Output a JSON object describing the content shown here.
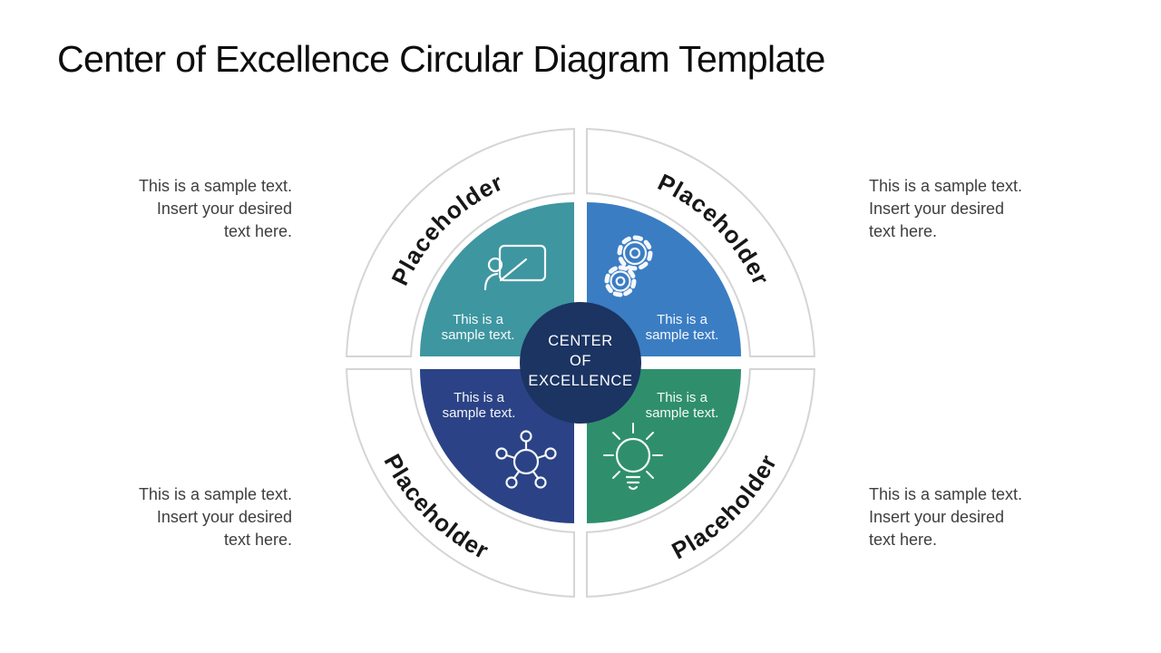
{
  "slide": {
    "title": "Center of Excellence Circular Diagram Template"
  },
  "diagram": {
    "center": {
      "lines": [
        "CENTER",
        "OF",
        "EXCELLENCE"
      ],
      "color": "#1b3462"
    },
    "ring_border_color": "#d5d5d5",
    "quadrants": [
      {
        "position": "top-left",
        "ring_label": "Placeholder",
        "color": "#3e96a0",
        "icon": "presentation-icon",
        "text": [
          "This is a",
          "sample text."
        ]
      },
      {
        "position": "top-right",
        "ring_label": "Placeholder",
        "color": "#3b7dc3",
        "icon": "gears-icon",
        "text": [
          "This is a",
          "sample text."
        ]
      },
      {
        "position": "bottom-left",
        "ring_label": "Placeholder",
        "color": "#2b4386",
        "icon": "network-icon",
        "text": [
          "This is a",
          "sample text."
        ]
      },
      {
        "position": "bottom-right",
        "ring_label": "Placeholder",
        "color": "#2f8f6c",
        "icon": "lightbulb-icon",
        "text": [
          "This is a",
          "sample text."
        ]
      }
    ]
  },
  "annotations": {
    "top_left": {
      "lines": [
        "This is a sample text.",
        "Insert your desired",
        "text here."
      ]
    },
    "top_right": {
      "lines": [
        "This is a sample text.",
        "Insert your desired",
        "text here."
      ]
    },
    "bottom_left": {
      "lines": [
        "This is a sample text.",
        "Insert your desired",
        "text here."
      ]
    },
    "bottom_right": {
      "lines": [
        "This is a sample text.",
        "Insert your desired",
        "text here."
      ]
    }
  }
}
